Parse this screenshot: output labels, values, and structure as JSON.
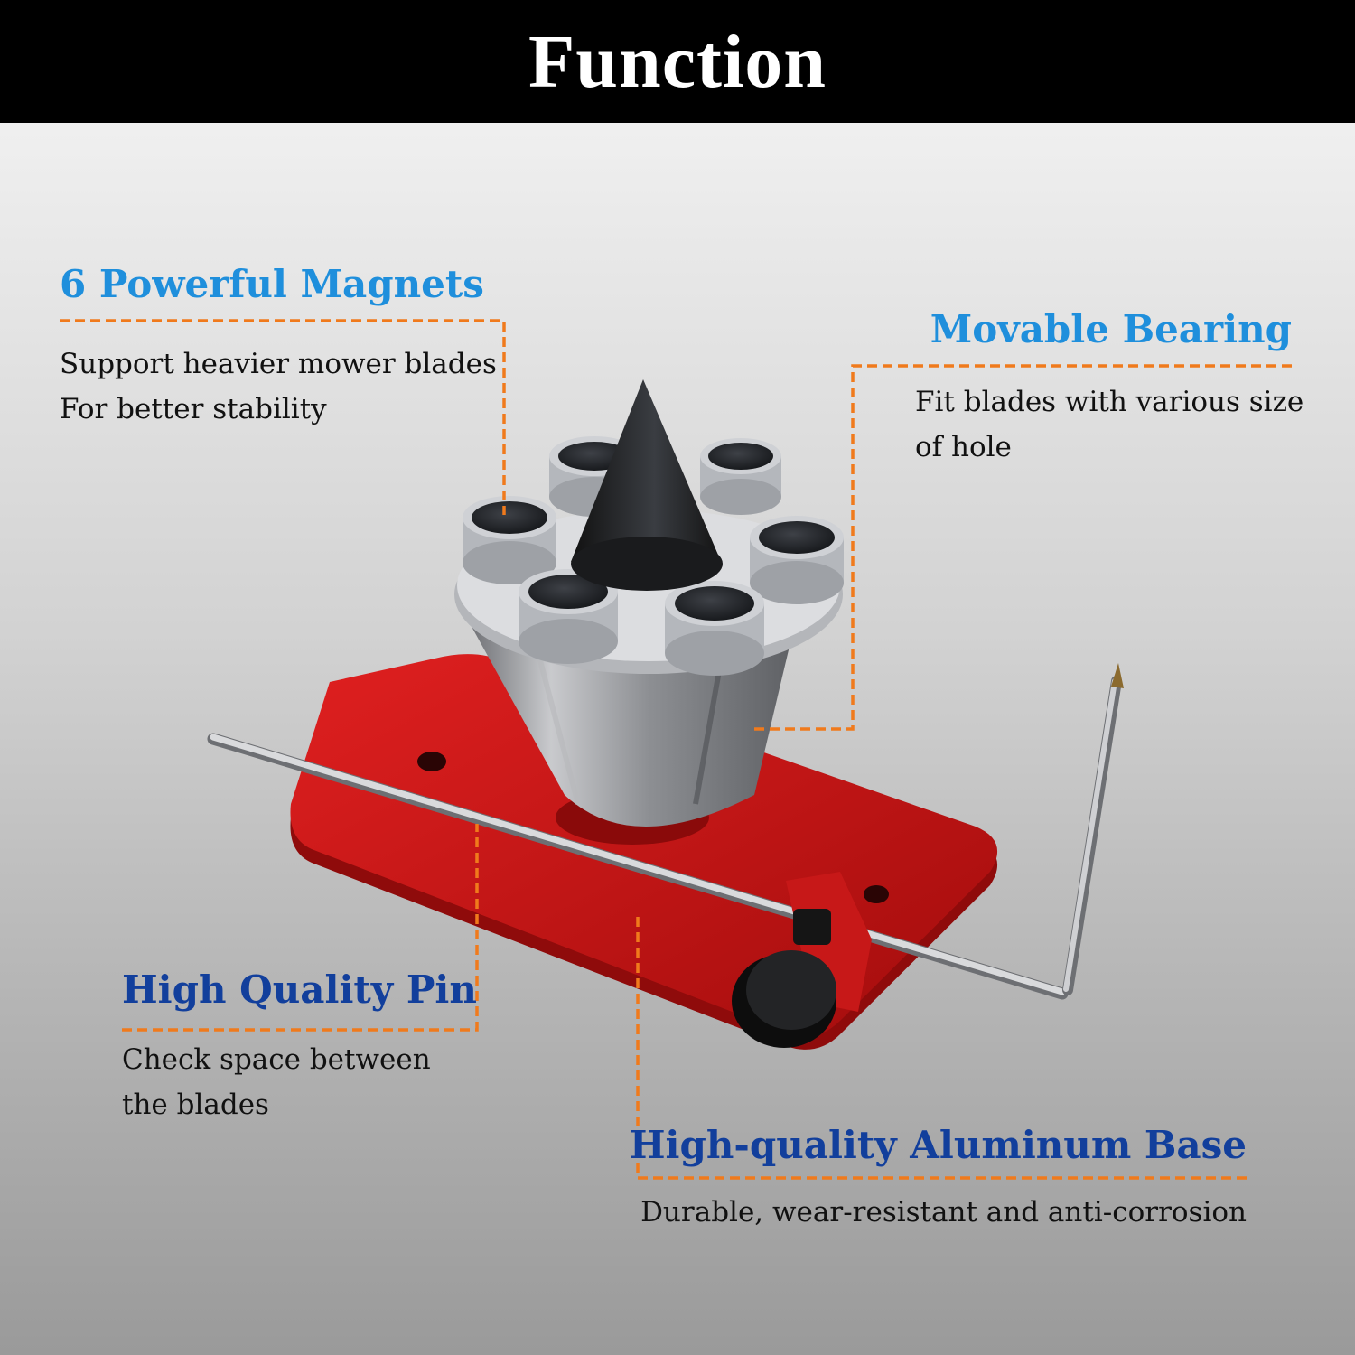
{
  "header": {
    "title": "Function"
  },
  "colors": {
    "banner": "#000000",
    "heading_light_blue": "#1f8fdc",
    "heading_dark_blue": "#123f9c",
    "leader_line": "#f07a1c",
    "base_red": "#c41414"
  },
  "features": [
    {
      "title": "6 Powerful Magnets",
      "lines": [
        "Support heavier mower blades",
        "For better stability"
      ]
    },
    {
      "title": "Movable Bearing",
      "lines": [
        "Fit blades with various size",
        "of hole"
      ]
    },
    {
      "title": "High Quality Pin",
      "lines": [
        "Check space between",
        "the blades"
      ]
    },
    {
      "title": "High-quality Aluminum Base",
      "lines": [
        "Durable, wear-resistant and anti-corrosion"
      ]
    }
  ],
  "product_icons": [
    "magnet-icon",
    "cone-icon",
    "knob-icon",
    "pin-icon"
  ]
}
